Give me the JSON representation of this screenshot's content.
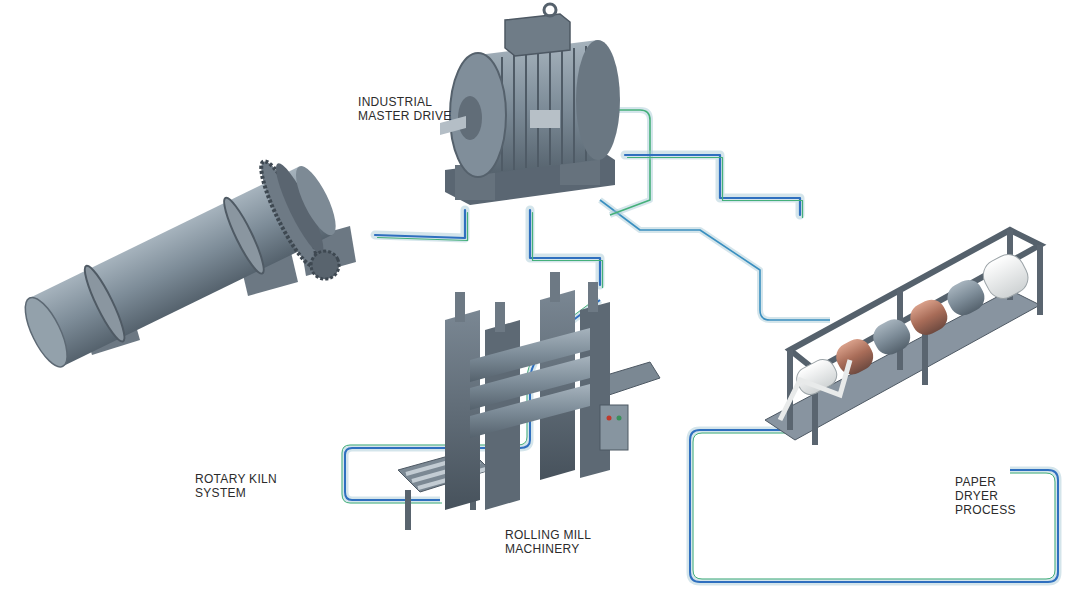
{
  "diagram": {
    "nodes": [
      {
        "text": [
          "INDUSTRIAL MASTER DRIVE"
        ]
      },
      {
        "text": [
          "ROTARY KILN SYSTEM"
        ]
      },
      {
        "text": [
          "ROLLING MILL MACHINERY"
        ]
      },
      {
        "text": [
          "PAPER DRYER PROCESS"
        ]
      }
    ],
    "edges": [
      {
        "from": 0,
        "to": 1,
        "arrow": "none"
      },
      {
        "from": 0,
        "to": 2,
        "arrow": "none"
      },
      {
        "from": 0,
        "to": 3,
        "arrow": "none"
      }
    ]
  }
}
